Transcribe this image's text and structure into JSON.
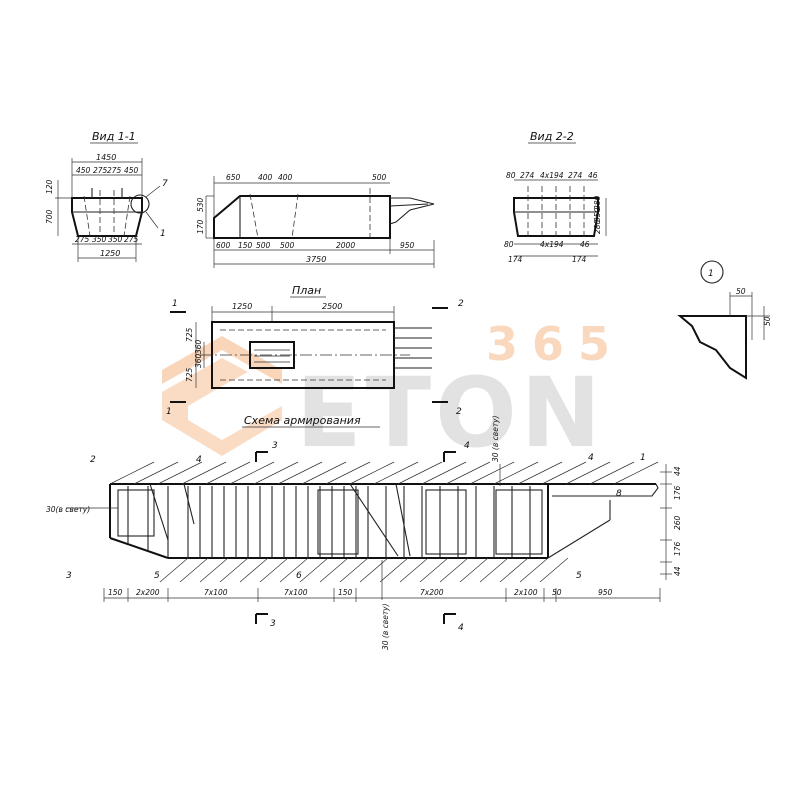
{
  "watermark": {
    "number": "365",
    "brand": "ETON",
    "colors": {
      "number": "#f5b98a",
      "brand": "#bfbfbf",
      "logo": "#f5b98a"
    }
  },
  "titles": {
    "view11": "Вид 1-1",
    "view22": "Вид 2-2",
    "plan": "План",
    "scheme": "Схема армирования",
    "callout": "1"
  },
  "view11": {
    "top_overall": "1450",
    "top_parts": [
      "450",
      "275",
      "275",
      "450"
    ],
    "bottom_parts": [
      "275",
      "350",
      "350",
      "275"
    ],
    "bottom_overall": "1250",
    "left": [
      "120",
      "700"
    ],
    "marks": [
      "7",
      "1"
    ]
  },
  "side": {
    "top": [
      "650",
      "400",
      "400",
      "500"
    ],
    "bottom": [
      "600",
      "150",
      "500",
      "500",
      "2000",
      "950"
    ],
    "overall": "3750",
    "left": [
      "530",
      "170"
    ]
  },
  "view22": {
    "top": [
      "80",
      "274",
      "4x194",
      "274",
      "46"
    ],
    "bottom": [
      "80",
      "4x194",
      "46"
    ],
    "bottom2": [
      "174",
      "174"
    ],
    "right": [
      "280",
      "350",
      "280"
    ]
  },
  "plan": {
    "top": [
      "1250",
      "2500"
    ],
    "left": [
      "725",
      "360",
      "360",
      "725"
    ],
    "sections": [
      "1",
      "1",
      "2",
      "2"
    ]
  },
  "detail": {
    "dims": [
      "50",
      "50"
    ]
  },
  "scheme": {
    "marks": [
      "2",
      "4",
      "3",
      "4",
      "4",
      "1",
      "3",
      "5",
      "6",
      "5",
      "8",
      "3",
      "4"
    ],
    "clear_left": "30(в свету)",
    "clear_top": "30 (в свету)",
    "clear_bottom": "30 (в свету)",
    "right": [
      "44",
      "176",
      "260",
      "176",
      "44"
    ],
    "bottom": [
      "150",
      "2x200",
      "7x100",
      "7x100",
      "150",
      "7x200",
      "2x100",
      "50",
      "950"
    ]
  }
}
